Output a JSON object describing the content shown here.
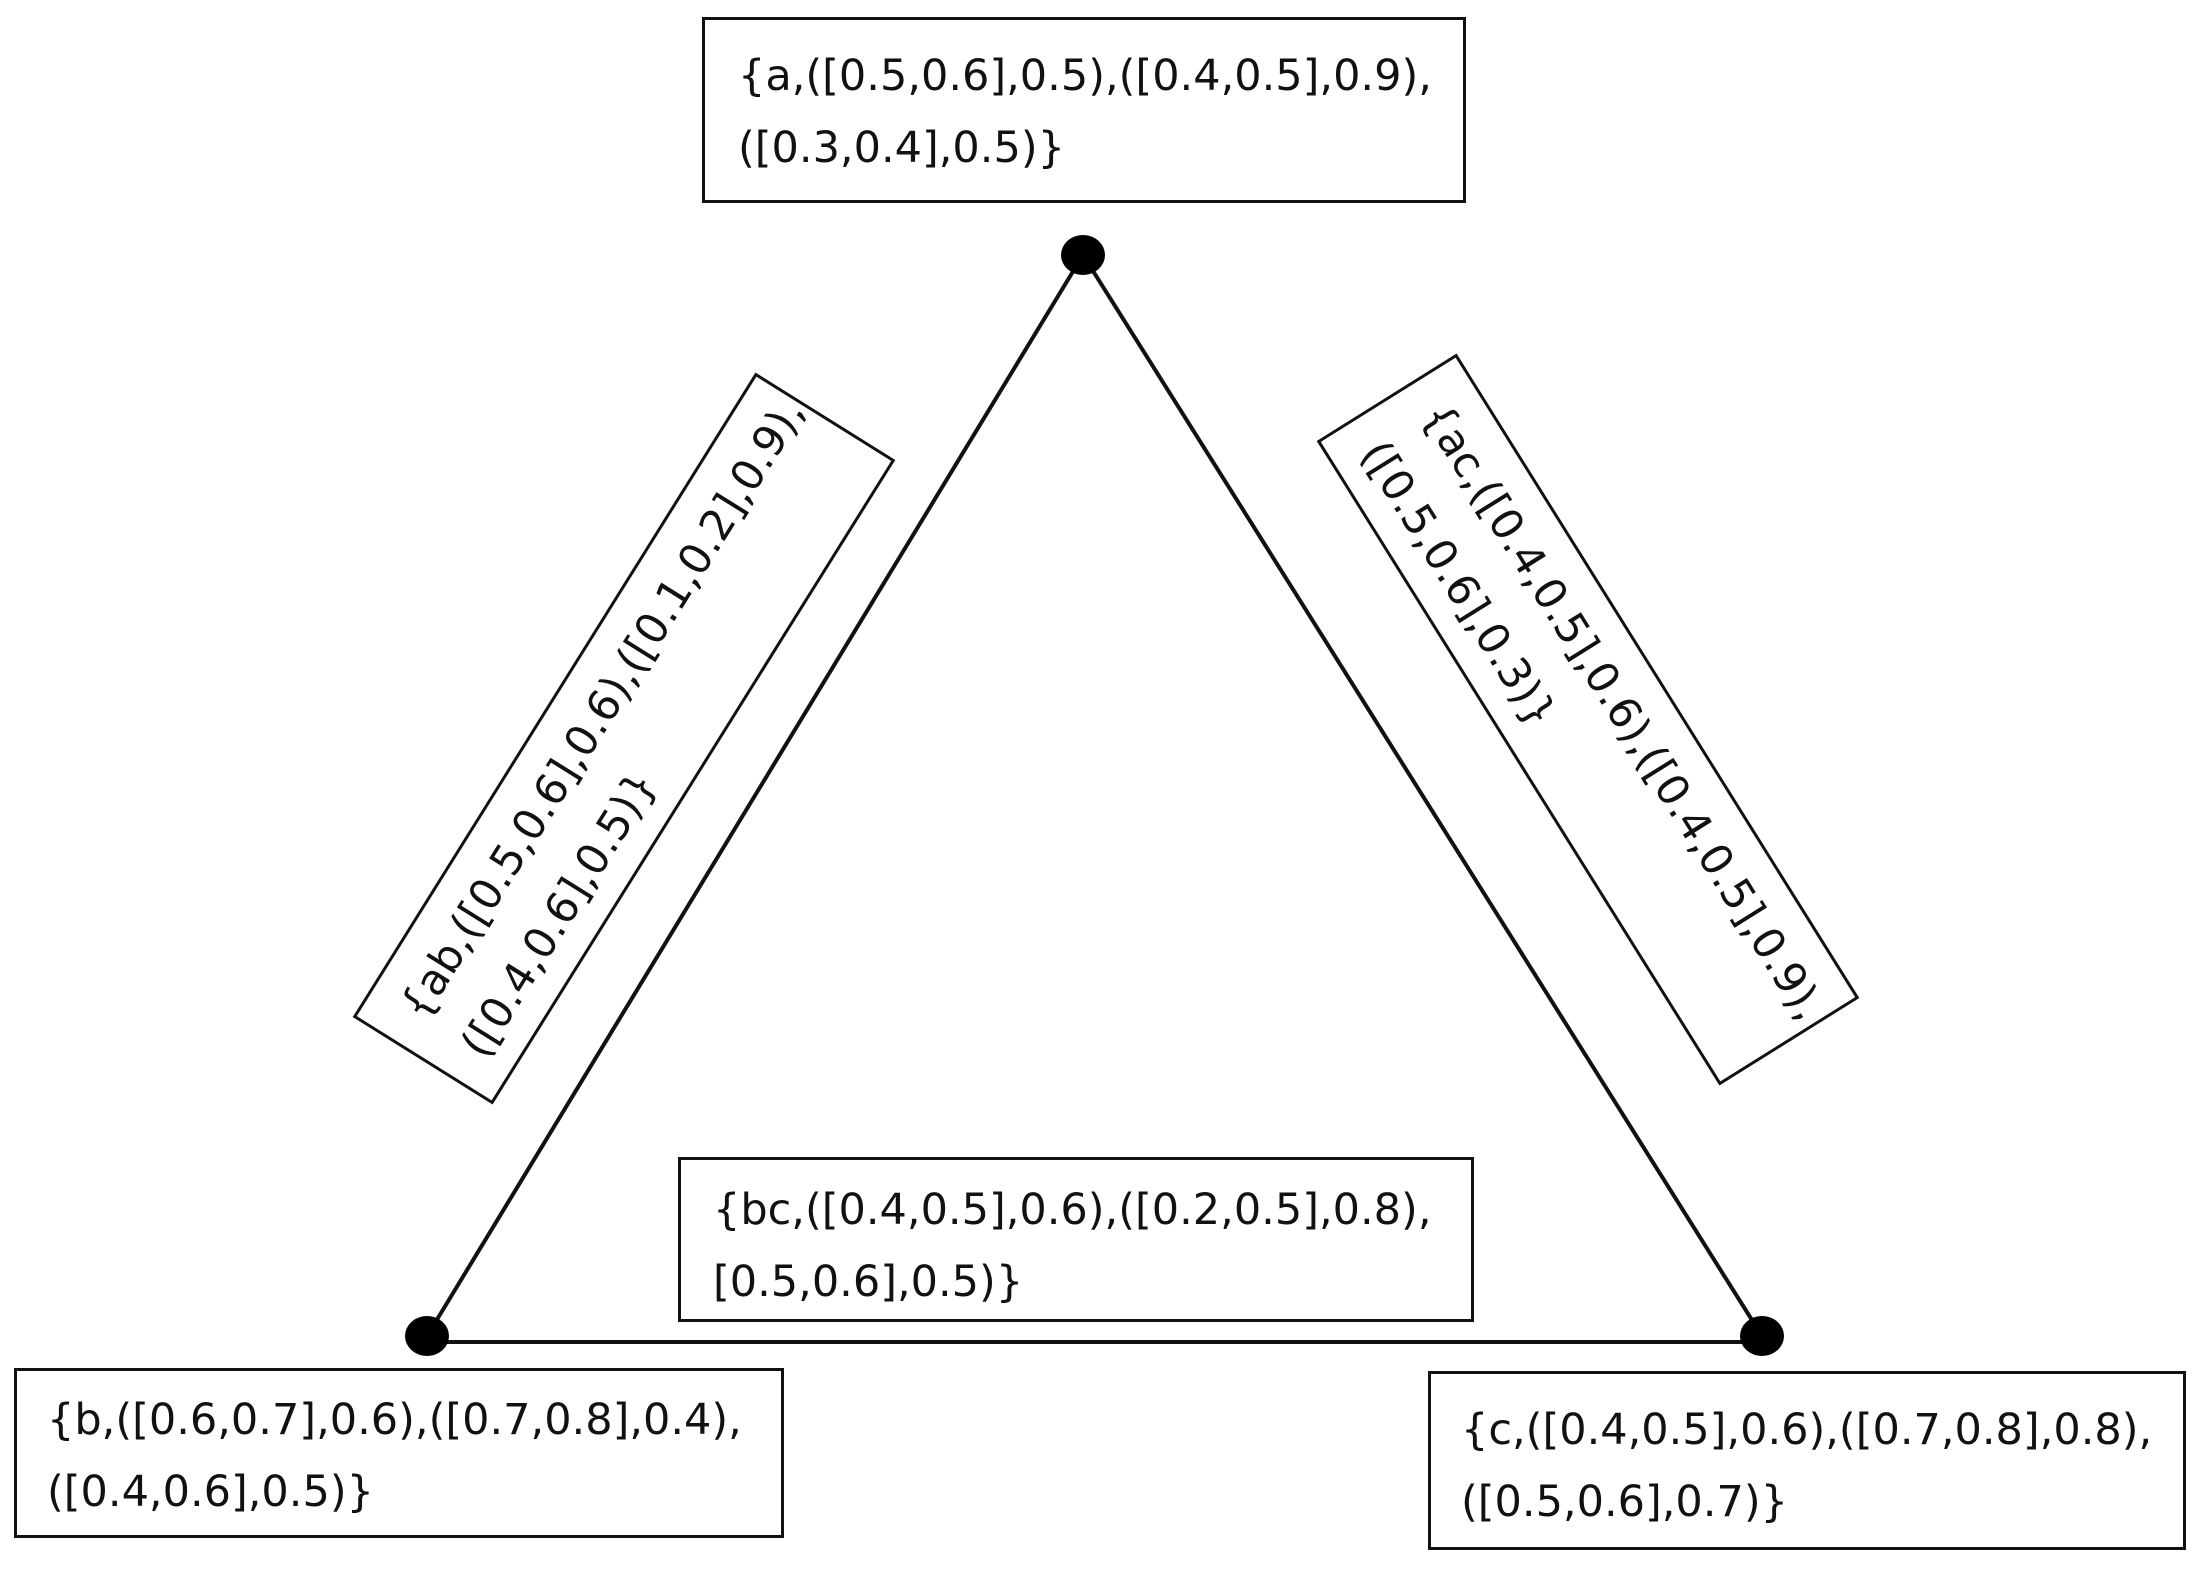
{
  "vertices": {
    "a": {
      "line1": "{a,([0.5,0.6],0.5),([0.4,0.5],0.9),",
      "line2": "([0.3,0.4],0.5)}"
    },
    "b": {
      "line1": "{b,([0.6,0.7],0.6),([0.7,0.8],0.4),",
      "line2": "([0.4,0.6],0.5)}"
    },
    "c": {
      "line1": "{c,([0.4,0.5],0.6),([0.7,0.8],0.8),",
      "line2": "([0.5,0.6],0.7)}"
    }
  },
  "edges": {
    "ab": {
      "line1": "{ab,([0.5,0.6],0.6),([0.1,0.2],0.9),",
      "line2": "([0.4,0.6],0.5)}"
    },
    "ac": {
      "line1": "{ac,([0.4,0.5],0.6),([0.4,0.5],0.9),",
      "line2": "([0.5,0.6],0.3)}"
    },
    "bc": {
      "line1": "{bc,([0.4,0.5],0.6),([0.2,0.5],0.8),",
      "line2": "[0.5,0.6],0.5)}"
    }
  },
  "colors": {
    "stroke": "#111111",
    "background": "#ffffff"
  }
}
